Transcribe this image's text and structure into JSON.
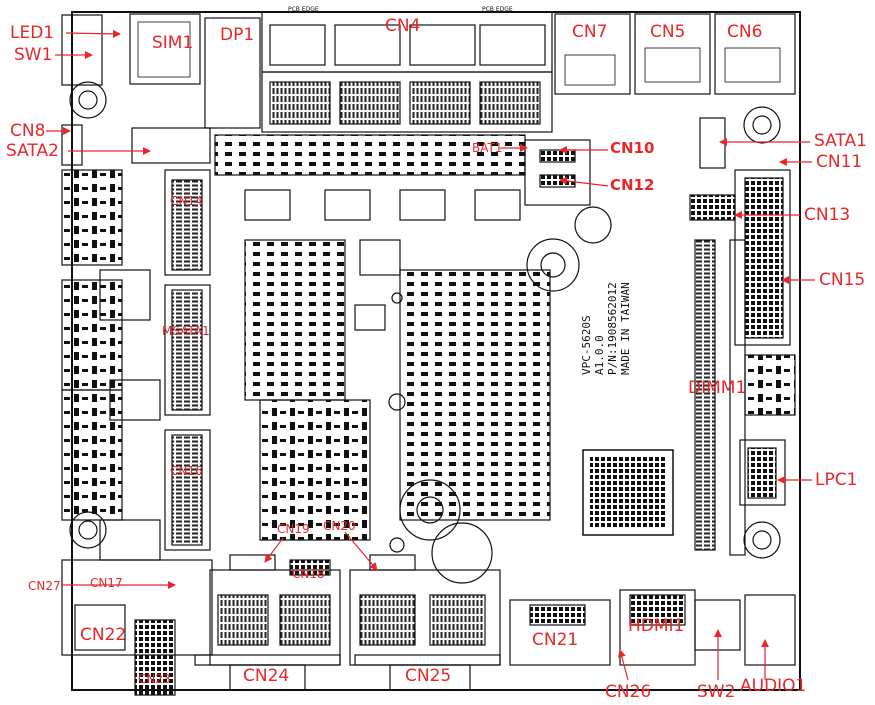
{
  "board": {
    "printed_text": {
      "model": "VPC-5620S",
      "revision": "A1.0.0",
      "part_number": "P/N:1908562012",
      "origin": "MADE IN TAIWAN",
      "pcb_edge_1": "PCB EDGE",
      "pcb_edge_2": "PCB EDGE"
    }
  },
  "labels": {
    "led1": "LED1",
    "sw1": "SW1",
    "sim1": "SIM1",
    "dp1": "DP1",
    "cn4": "CN4",
    "cn7": "CN7",
    "cn5": "CN5",
    "cn6": "CN6",
    "cn8": "CN8",
    "sata2": "SATA2",
    "sata1": "SATA1",
    "bat1": "BAT1",
    "cn10": "CN10",
    "cn11": "CN11",
    "cn12": "CN12",
    "cn13": "CN13",
    "cn14": "CN14",
    "cn15": "CN15",
    "msata1": "MSATA1",
    "dimm1": "DIMM1",
    "cn16": "CN16",
    "lpc1": "LPC1",
    "cn19": "CN19",
    "cn20": "CN20",
    "cn18": "CN18",
    "cn27": "CN27",
    "cn17": "CN17",
    "cn22": "CN22",
    "cn23": "CN23",
    "cn24": "CN24",
    "cn25": "CN25",
    "cn21": "CN21",
    "hdmi1": "HDMI1",
    "cn26": "CN26",
    "sw2": "SW2",
    "audio1": "AUDIO1"
  },
  "colors": {
    "annotation": "#e8262b",
    "silkscreen": "#111111",
    "background": "#ffffff"
  }
}
